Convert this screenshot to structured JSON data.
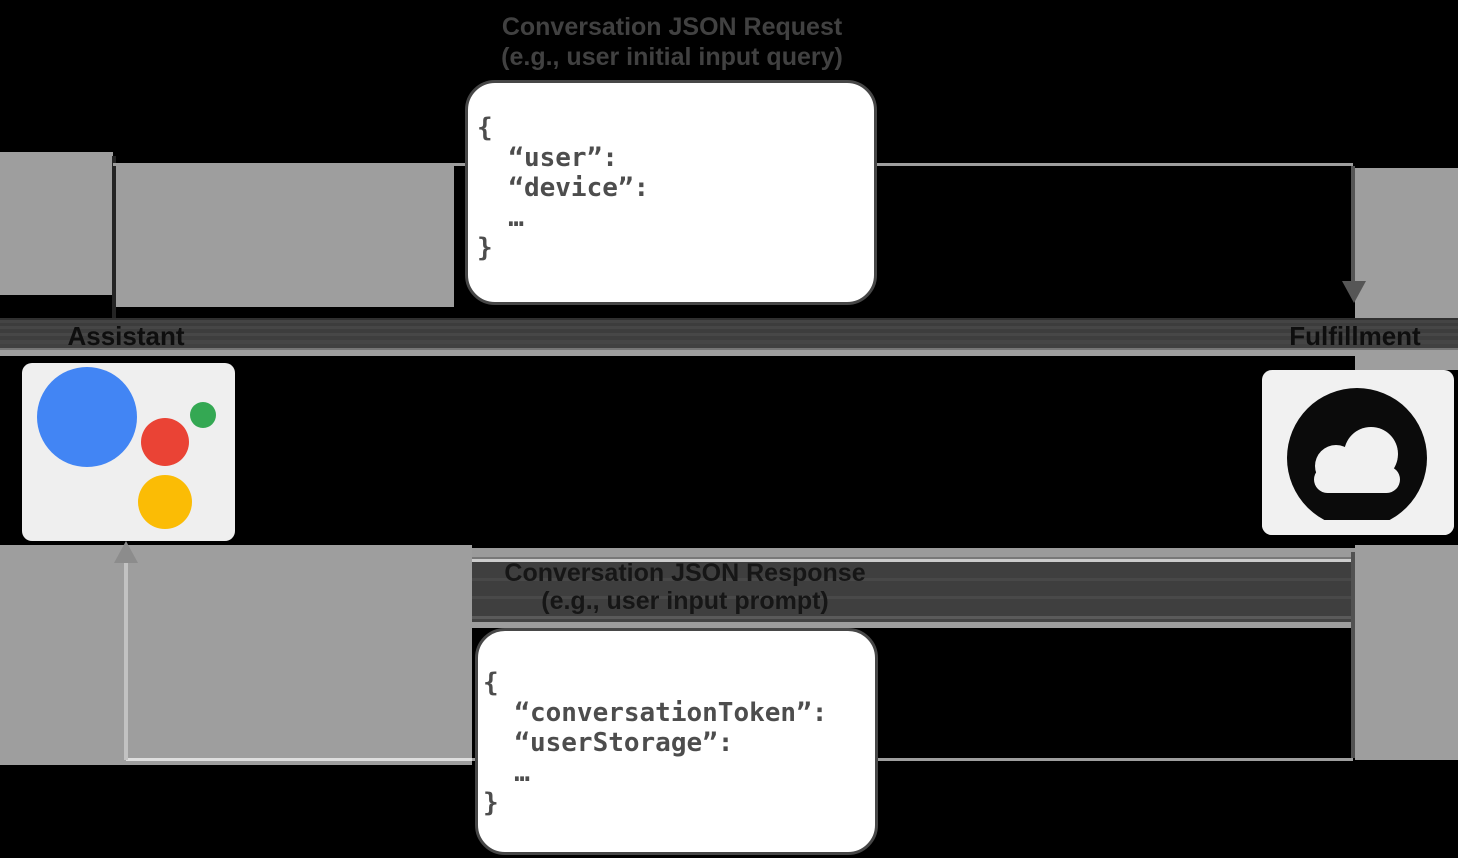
{
  "title_top": {
    "line1": "Conversation JSON Request",
    "line2": "(e.g., user initial input query)"
  },
  "title_bottom": {
    "line1": "Conversation JSON Response",
    "line2": "(e.g., user input prompt)"
  },
  "request_code": "{\n  “user”:\n  “device”:\n  …\n}",
  "response_code": "{\n  “conversationToken”:\n  “userStorage”:\n  …\n}",
  "nodes": {
    "left": {
      "label": "Assistant",
      "icon": "google-assistant-logo"
    },
    "right": {
      "label": "Fulfillment",
      "icon": "cloud-fulfillment"
    }
  },
  "colors": {
    "assistant_blue": "#4285F4",
    "assistant_red": "#EA4335",
    "assistant_yellow": "#FBBC05",
    "assistant_green": "#34A853",
    "arrow_gray": "#9e9e9e",
    "band_dark": "#424242",
    "code_text": "#4d4d4d",
    "tile_bg": "#efefef"
  }
}
